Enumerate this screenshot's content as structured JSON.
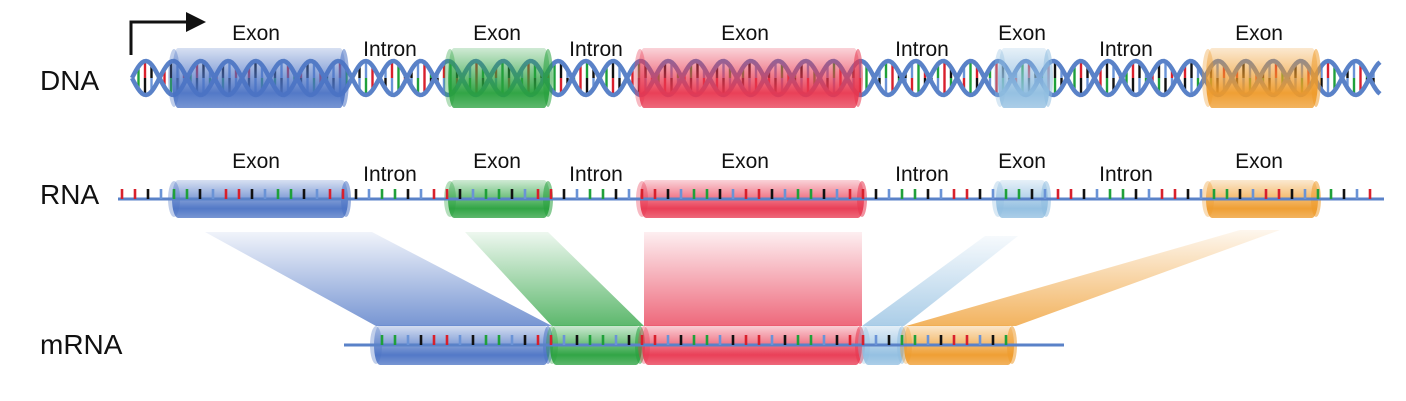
{
  "rows": {
    "dna": "DNA",
    "rna": "RNA",
    "mrna": "mRNA"
  },
  "segments": [
    {
      "kind": "exon",
      "label": "Exon",
      "color": "#4a72c4"
    },
    {
      "kind": "intron",
      "label": "Intron"
    },
    {
      "kind": "exon",
      "label": "Exon",
      "color": "#27a03c"
    },
    {
      "kind": "intron",
      "label": "Intron"
    },
    {
      "kind": "exon",
      "label": "Exon",
      "color": "#e8364f"
    },
    {
      "kind": "intron",
      "label": "Intron"
    },
    {
      "kind": "exon",
      "label": "Exon",
      "color": "#8fbde0"
    },
    {
      "kind": "intron",
      "label": "Intron"
    },
    {
      "kind": "exon",
      "label": "Exon",
      "color": "#ee9a2a"
    }
  ],
  "colors": {
    "backbone": "#5a82c8",
    "base_red": "#d8202c",
    "base_green": "#1fa03a",
    "base_black": "#111111",
    "base_blue": "#6a93d6"
  },
  "icons": {
    "start": "transcription-start-arrow-icon"
  }
}
